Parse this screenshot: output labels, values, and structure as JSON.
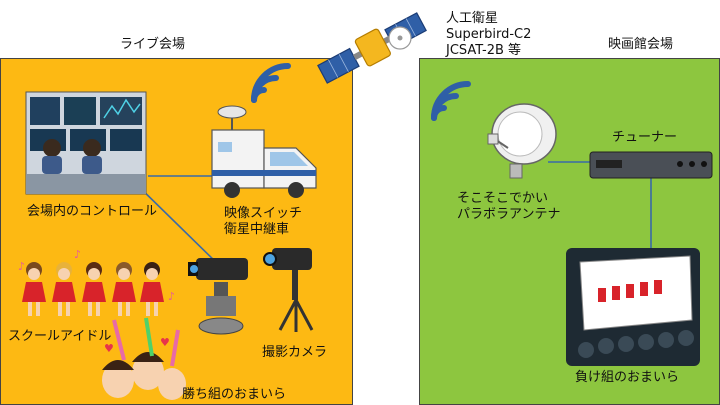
{
  "satellite": {
    "lines": [
      "人工衛星",
      "Superbird-C2",
      "JCSAT-2B 等"
    ]
  },
  "live_venue": {
    "title": "ライブ会場",
    "color": "#FDB913",
    "items": {
      "control_room": "会場内のコントロール",
      "relay_truck": [
        "映像スイッチ",
        "衛星中継車"
      ],
      "idols": "スクールアイドル",
      "camera": "撮影カメラ",
      "winners": "勝ち組のおまいら"
    }
  },
  "theater": {
    "title": "映画館会場",
    "color": "#8DC63F",
    "items": {
      "dish": [
        "そこそこでかい",
        "パラボラアンテナ"
      ],
      "tuner": "チューナー",
      "losers": "負け組のおまいら"
    }
  }
}
